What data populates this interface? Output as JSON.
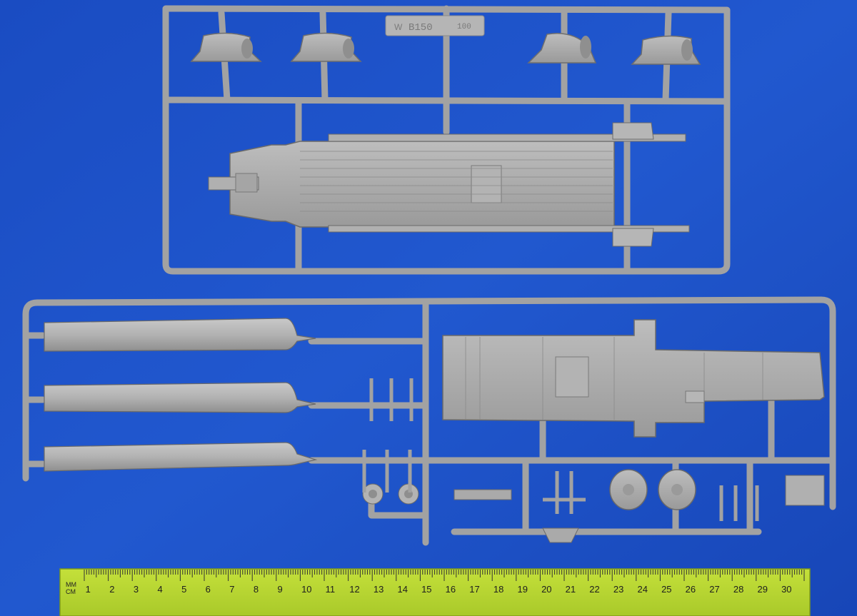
{
  "photo": {
    "background_color": "#1d52c8",
    "plastic_color": "#a7a7a7",
    "plastic_shadow": "#6f7175",
    "ruler_color": "#b8d832"
  },
  "sprue_top": {
    "stamp_code": "B150",
    "stamp_number": "100"
  },
  "ruler": {
    "unit_mm": "MM",
    "unit_cm": "CM",
    "numbers": [
      "1",
      "2",
      "3",
      "4",
      "5",
      "6",
      "7",
      "8",
      "9",
      "10",
      "11",
      "12",
      "13",
      "14",
      "15",
      "16",
      "17",
      "18",
      "19",
      "20",
      "21",
      "22",
      "23",
      "24",
      "25",
      "26",
      "27",
      "28",
      "29",
      "30"
    ]
  }
}
